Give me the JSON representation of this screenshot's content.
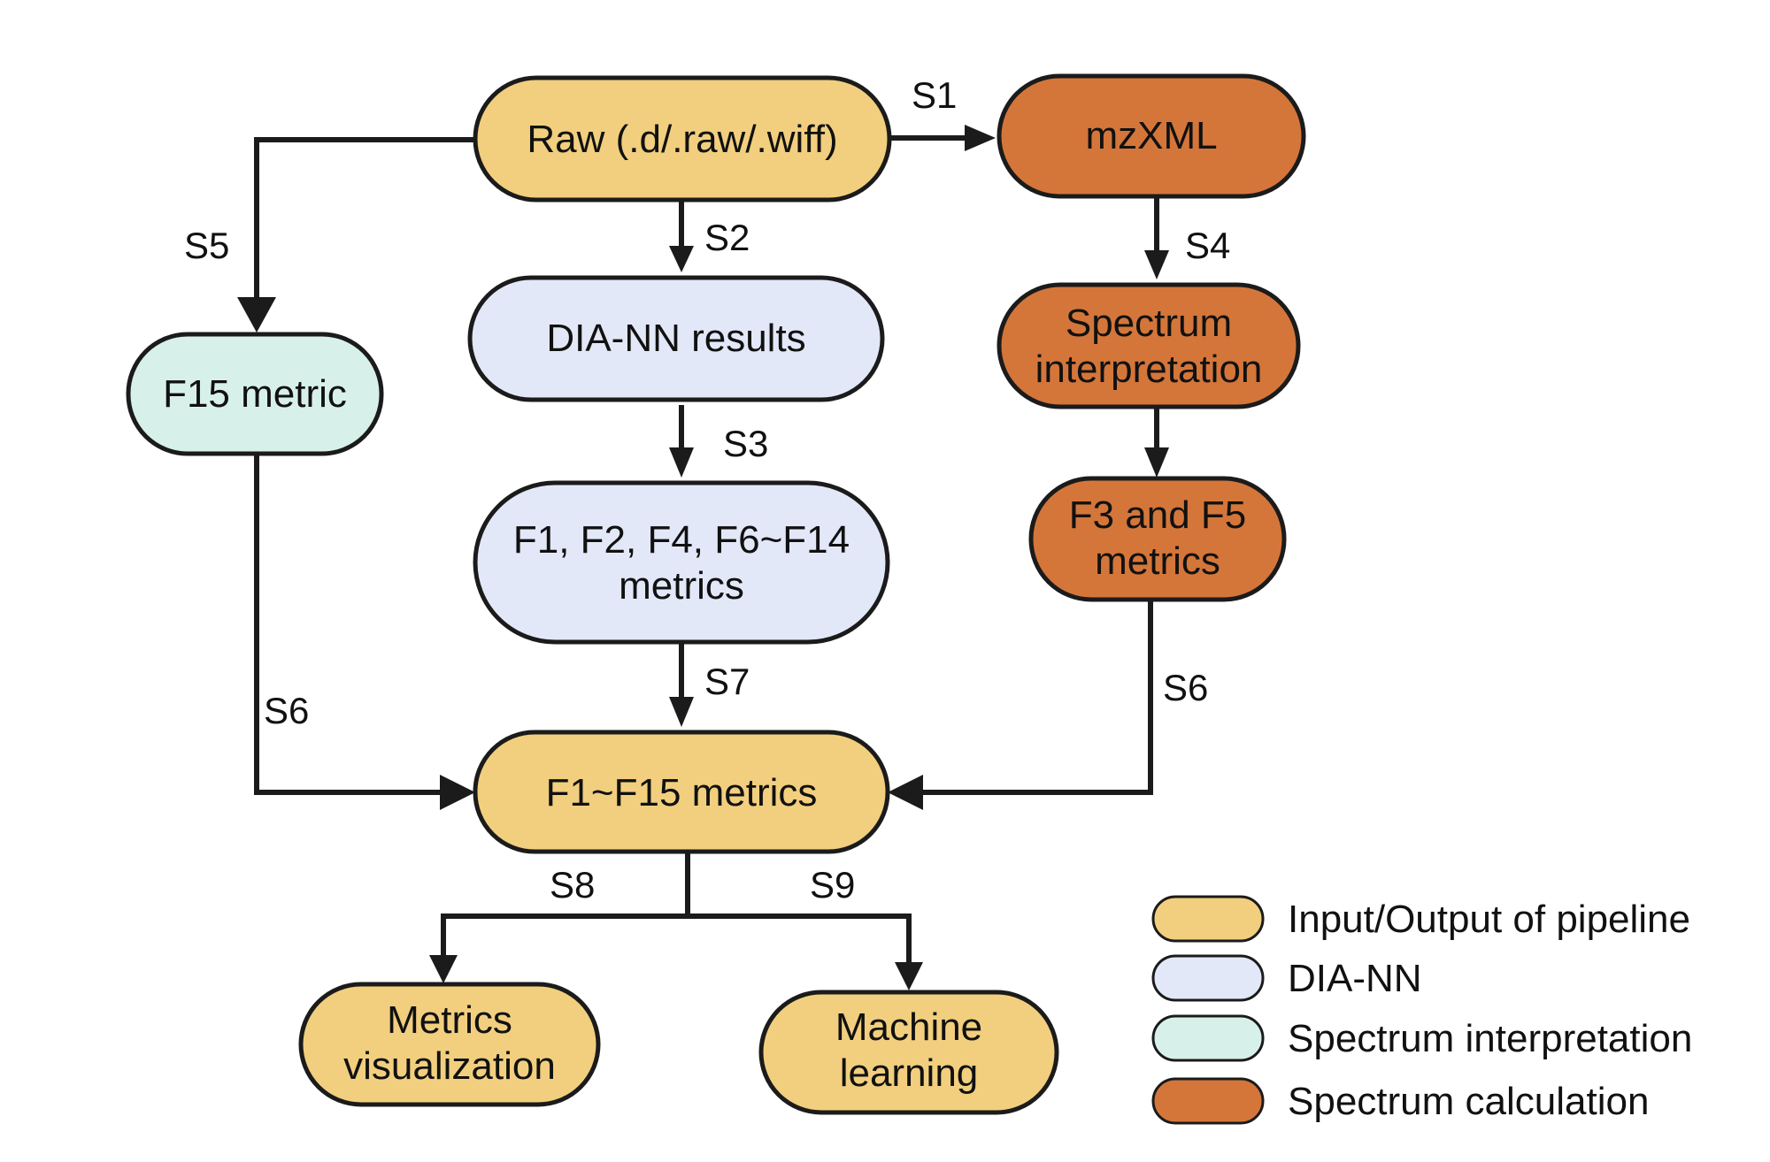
{
  "colors": {
    "io": "#f2cf7e",
    "dia": "#e3e8f8",
    "interp": "#d8f0ea",
    "calc": "#d4763a",
    "stroke": "#1b1b1b"
  },
  "nodes": {
    "raw": "Raw (.d/.raw/.wiff)",
    "mzxml": "mzXML",
    "dia_nn_results": "DIA-NN results",
    "f15_metric": "F15 metric",
    "spectrum_interpretation": [
      "Spectrum",
      "interpretation"
    ],
    "f_metrics": [
      "F1, F2, F4, F6~F14",
      "metrics"
    ],
    "f3_f5_metrics": [
      "F3 and F5",
      "metrics"
    ],
    "f1_f15_metrics": "F1~F15 metrics",
    "metrics_visualization": [
      "Metrics",
      "visualization"
    ],
    "machine_learning": [
      "Machine",
      "learning"
    ]
  },
  "steps": {
    "s1": "S1",
    "s2": "S2",
    "s3": "S3",
    "s4": "S4",
    "s5": "S5",
    "s6_left": "S6",
    "s6_right": "S6",
    "s7": "S7",
    "s8": "S8",
    "s9": "S9"
  },
  "legend": {
    "io": "Input/Output of pipeline",
    "dia": "DIA-NN",
    "interp": "Spectrum interpretation",
    "calc": "Spectrum calculation"
  }
}
